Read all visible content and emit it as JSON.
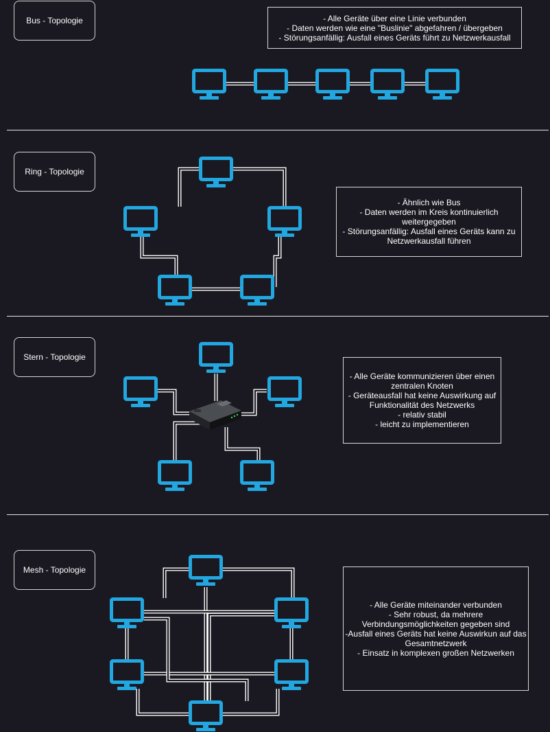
{
  "colors": {
    "background": "#1a1820",
    "monitor": "#22a7e0",
    "line": "#ffffff"
  },
  "sections": {
    "bus": {
      "title": "Bus - Topologie",
      "notes": [
        "- Alle Geräte über eine Linie verbunden",
        "- Daten werden wie eine \"Buslinie\" abgefahren / übergeben",
        "- Störungsanfällig: Ausfall eines Geräts führt zu Netzwerkausfall"
      ]
    },
    "ring": {
      "title": "Ring - Topologie",
      "notes": [
        "- Ähnlich wie Bus",
        "- Daten werden im Kreis kontinuierlich",
        "weitergegeben",
        "- Störungsanfällig: Ausfall eines Geräts kann zu",
        "Netzwerkausfall führen"
      ]
    },
    "star": {
      "title": "Stern - Topologie",
      "notes": [
        "- Alle Geräte kommunizieren über einen",
        "zentralen Knoten",
        "- Geräteausfall hat keine Auswirkung auf",
        "Funktionalität des Netzwerks",
        "- relativ stabil",
        "- leicht zu implementieren"
      ]
    },
    "mesh": {
      "title": "Mesh - Topologie",
      "notes": [
        "- Alle Geräte miteinander verbunden",
        "- Sehr robust, da mehrere",
        "Verbindungsmöglichkeiten gegeben sind",
        "-Ausfall eines Geräts hat keine Auswirkun auf das",
        "Gesamtnetzwerk",
        "- Einsatz in komplexen großen Netzwerken"
      ]
    }
  }
}
